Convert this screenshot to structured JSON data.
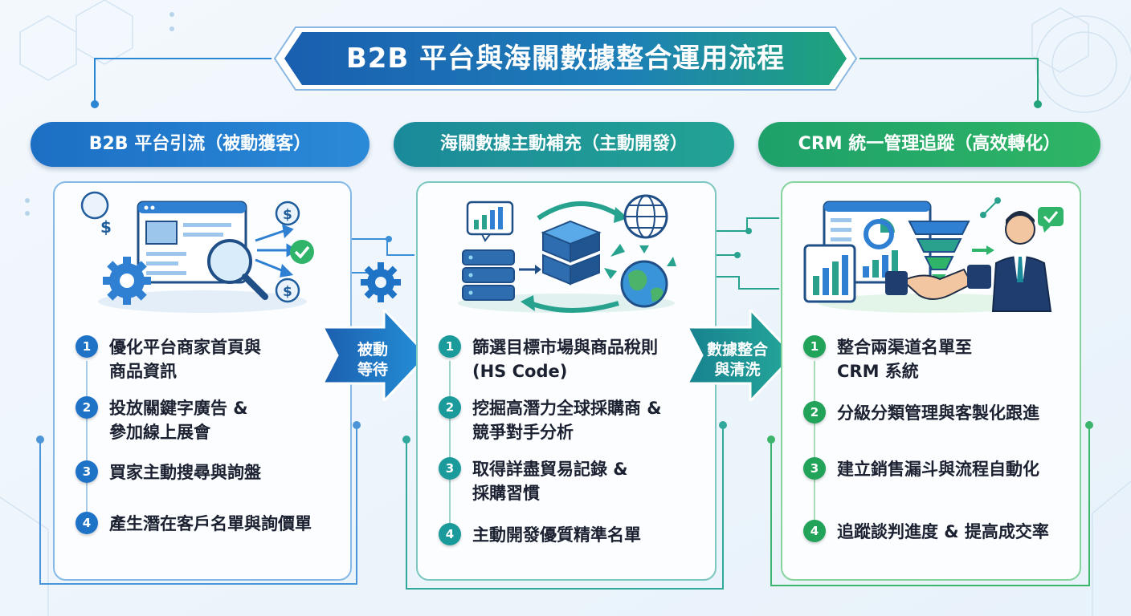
{
  "title": "B2B 平台與海關數據整合運用流程",
  "stages": [
    {
      "header": "B2B 平台引流（被動獲客）",
      "steps": [
        {
          "num": "1",
          "text": "優化平台商家首頁與\n商品資訊"
        },
        {
          "num": "2",
          "text": "投放關鍵字廣告 &\n參加線上展會"
        },
        {
          "num": "3",
          "text": "買家主動搜尋與詢盤"
        },
        {
          "num": "4",
          "text": "產生潛在客戶名單與詢價單"
        }
      ]
    },
    {
      "header": "海關數據主動補充（主動開發）",
      "steps": [
        {
          "num": "1",
          "text": "篩選目標市場與商品稅則\n(HS Code)"
        },
        {
          "num": "2",
          "text": "挖掘高潛力全球採購商 &\n競爭對手分析"
        },
        {
          "num": "3",
          "text": "取得詳盡貿易記錄 &\n採購習慣"
        },
        {
          "num": "4",
          "text": "主動開發優質精準名單"
        }
      ]
    },
    {
      "header": "CRM 統一管理追蹤（高效轉化）",
      "steps": [
        {
          "num": "1",
          "text": "整合兩渠道名單至\nCRM 系統"
        },
        {
          "num": "2",
          "text": "分級分類管理與客製化跟進"
        },
        {
          "num": "3",
          "text": "建立銷售漏斗與流程自動化"
        },
        {
          "num": "4",
          "text": "追蹤談判進度 & 提高成交率"
        }
      ]
    }
  ],
  "connectors": [
    {
      "label": "被動\n等待"
    },
    {
      "label": "數據整合\n與清洗"
    }
  ],
  "colors": {
    "blue": "#1f73c6",
    "teal": "#1a9a9a",
    "green": "#22a35a"
  },
  "icons": [
    "dollar-icon",
    "gear-icon",
    "magnifier-icon",
    "check-icon",
    "server-icon",
    "globe-icon",
    "earth-icon",
    "funnel-icon",
    "handshake-icon",
    "businessman-icon"
  ]
}
